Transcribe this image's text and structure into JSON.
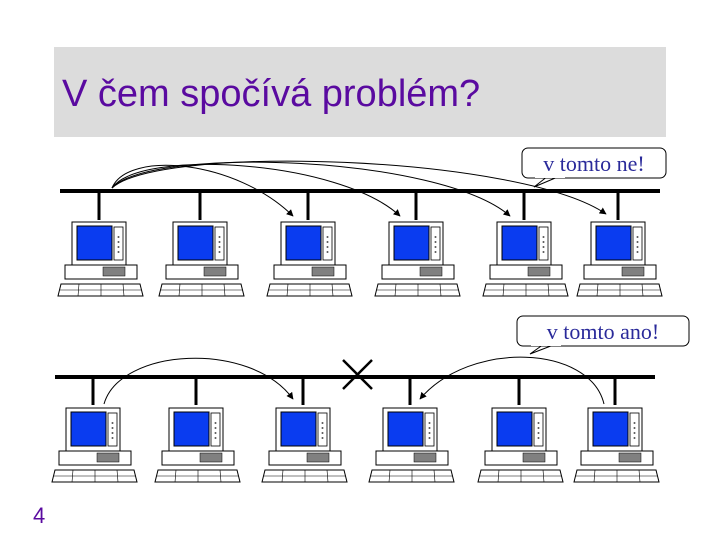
{
  "slide": {
    "title": "V čem spočívá problém?",
    "page_number": "4"
  },
  "callouts": {
    "top": "v tomto ne!",
    "bottom": "v tomto ano!"
  },
  "colors": {
    "title": "#5a0aa0",
    "title_background": "#dcdcdc",
    "screen": "#0a3cf0",
    "callout_text": "#2a2a9a",
    "line": "#000000"
  },
  "icons": {
    "computer": "desktop-computer-icon",
    "break": "x-mark-icon"
  }
}
